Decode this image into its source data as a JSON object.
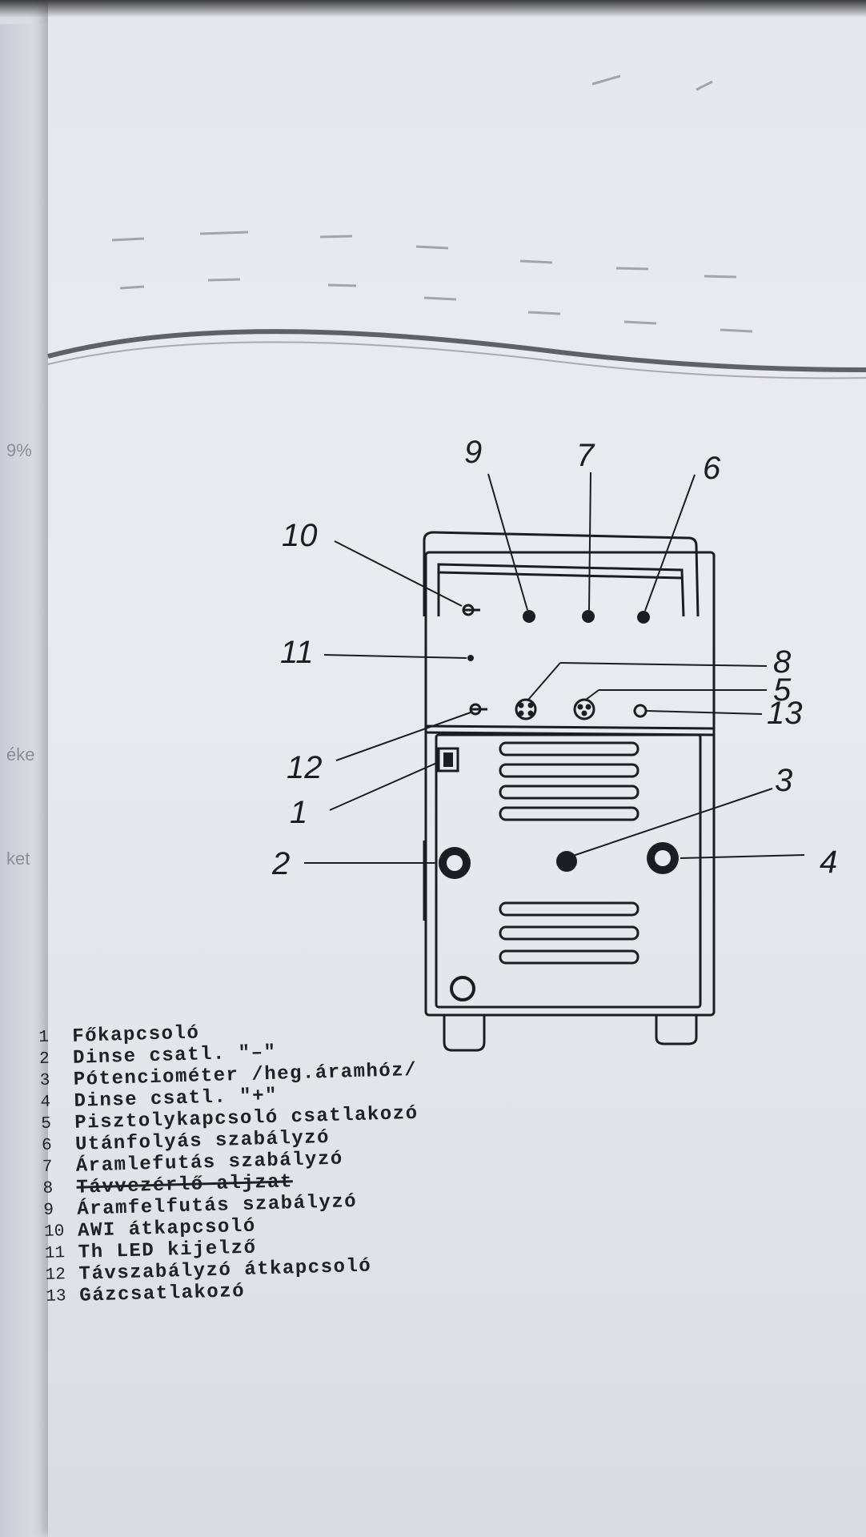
{
  "under_page": {
    "fragments": [
      "9%",
      "éke",
      "ket"
    ]
  },
  "diagram": {
    "callouts": [
      "1",
      "2",
      "3",
      "4",
      "5",
      "6",
      "7",
      "8",
      "9",
      "10",
      "11",
      "12",
      "13"
    ]
  },
  "legend": {
    "items": [
      {
        "num": "1",
        "text": "Főkapcsoló"
      },
      {
        "num": "2",
        "text": "Dinse csatl. \"–\""
      },
      {
        "num": "3",
        "text": "Pótenciométer /heg.áramhóz/"
      },
      {
        "num": "4",
        "text": "Dinse csatl. \"+\""
      },
      {
        "num": "5",
        "text": "Pisztolykapcsoló csatlakozó"
      },
      {
        "num": "6",
        "text": "Utánfolyás szabályzó"
      },
      {
        "num": "7",
        "text": "Áramlefutás szabályzó"
      },
      {
        "num": "8",
        "text": "Távvezérlő aljzat"
      },
      {
        "num": "9",
        "text": "Áramfelfutás szabályzó"
      },
      {
        "num": "10",
        "text": "AWI átkapcsoló"
      },
      {
        "num": "11",
        "text": "Th LED kijelző"
      },
      {
        "num": "12",
        "text": "Távszabályzó átkapcsoló"
      },
      {
        "num": "13",
        "text": "Gázcsatlakozó"
      }
    ]
  },
  "colors": {
    "paper": "#e7e9ee",
    "ink": "#1c1d22",
    "background": "#2a2a2a"
  }
}
